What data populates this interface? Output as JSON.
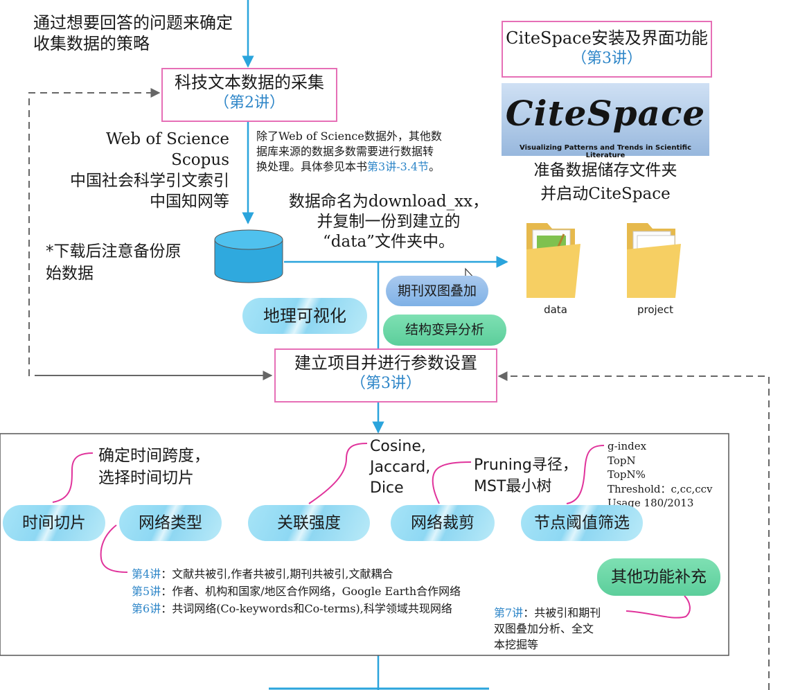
{
  "top_note": {
    "line1": "通过想要回答的问题来确定",
    "line2": "收集数据的策略"
  },
  "collect_box": {
    "title": "科技文本数据的采集",
    "lecture": "（第2讲）"
  },
  "install_box": {
    "title": "CiteSpace安装及界面功能",
    "lecture": "（第3讲）"
  },
  "logo": {
    "name": "CiteSpace",
    "tagline": "Visualizing Patterns and Trends in Scientific Literature"
  },
  "prepare_note": {
    "line1": "准备数据储存文件夹",
    "line2": "并启动CiteSpace"
  },
  "sources": [
    "Web of Science",
    "Scopus",
    "中国社会科学引文索引",
    "中国知网等"
  ],
  "conversion_note": {
    "line1": "除了Web of Science数据外，其他数",
    "line2": "据库来源的数据多数需要进行数据转",
    "line3_pre": "换处理。具体参见本书",
    "line3_link": "第3讲-3.4节",
    "line3_post": "。"
  },
  "naming_note": {
    "line1": "数据命名为download_xx，",
    "line2": "并复制一份到建立的",
    "line3": "“data”文件夹中。"
  },
  "backup_note": {
    "line1": "*下载后注意备份原",
    "line2": "始数据"
  },
  "folders": [
    {
      "label": "data"
    },
    {
      "label": "project"
    }
  ],
  "pills_mid": {
    "geo": "地理可视化",
    "journal_overlay": "期刊双图叠加",
    "structural": "结构变异分析"
  },
  "project_box": {
    "title": "建立项目并进行参数设置",
    "lecture": "（第3讲）"
  },
  "params": {
    "time_note": {
      "line1": "确定时间跨度，",
      "line2": "选择时间切片"
    },
    "strength_note": [
      "Cosine,",
      "Jaccard,",
      "Dice"
    ],
    "pruning_note": {
      "line1": "Pruning寻径，",
      "line2": "MST最小树"
    },
    "threshold_note": [
      "g-index",
      "TopN",
      "TopN%",
      "Threshold：c,cc,ccv",
      "Usage 180/2013"
    ],
    "pills": [
      "时间切片",
      "网络类型",
      "关联强度",
      "网络裁剪",
      "节点阈值筛选"
    ],
    "network_types": [
      {
        "lecture": "第4讲",
        "text": "：文献共被引,作者共被引,期刊共被引,文献耦合"
      },
      {
        "lecture": "第5讲",
        "text": "：作者、机构和国家/地区合作网络，Google Earth合作网络"
      },
      {
        "lecture": "第6讲",
        "text": "：共词网络(Co-keywords和Co-terms),科学领域共现网络"
      }
    ],
    "other_pill": "其他功能补充",
    "other_note": {
      "lecture": "第7讲",
      "line1": "：共被引和期刊",
      "line2": "双图叠加分析、全文",
      "line3": "本挖掘等"
    }
  },
  "colors": {
    "arrow": "#2aa4dc",
    "box_border": "#e66fb6",
    "dashed": "#666666",
    "link": "#2e86c8",
    "connector": "#e0339b"
  }
}
